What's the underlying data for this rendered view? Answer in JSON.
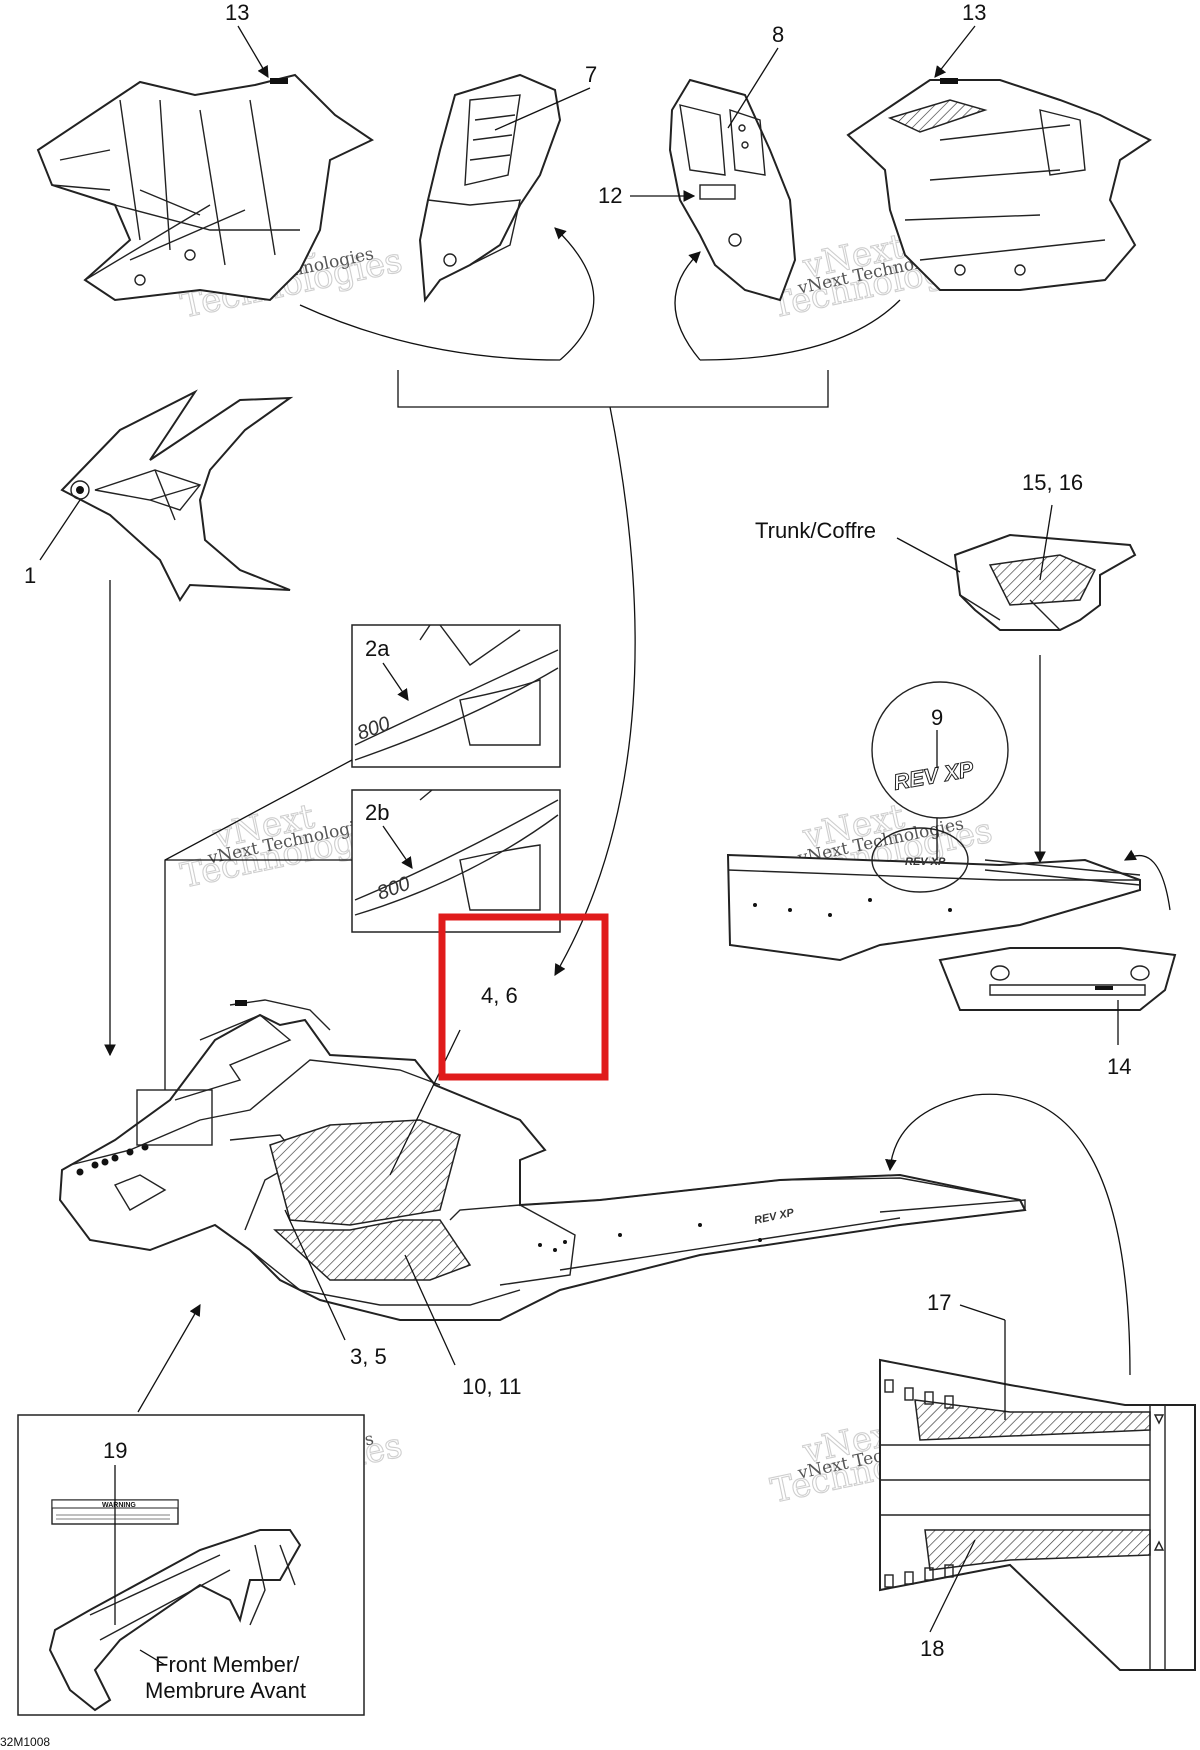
{
  "callouts": {
    "c1": "1",
    "c2a": "2a",
    "c2b": "2b",
    "c3_5": "3, 5",
    "c4_6": "4, 6",
    "c7": "7",
    "c8": "8",
    "c9": "9",
    "c10_11": "10, 11",
    "c12": "12",
    "c13_left": "13",
    "c13_right": "13",
    "c14": "14",
    "c15_16": "15, 16",
    "c17": "17",
    "c18": "18",
    "c19": "19"
  },
  "labels": {
    "trunk": "Trunk/Coffre",
    "front_member_1": "Front Member/",
    "front_member_2": "Membrure Avant",
    "figure_code": "32M1008",
    "warning": "WARNING"
  },
  "watermark": {
    "line1": "vNext",
    "line2": "Technologies",
    "small": "vNext Technologies"
  },
  "decal_text": {
    "rev_xp": "REV XP",
    "model_800": "800"
  },
  "highlight": {
    "color": "#e01b1b",
    "target": "4, 6"
  }
}
